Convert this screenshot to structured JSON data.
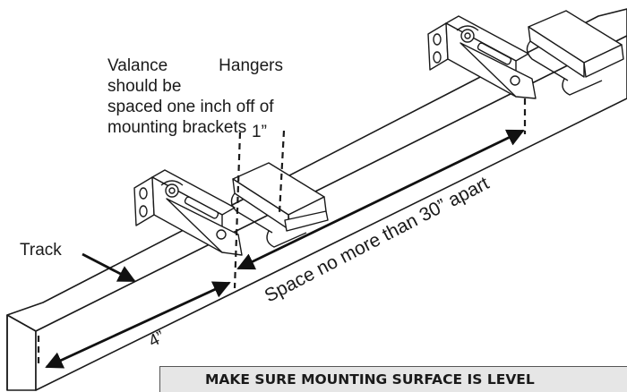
{
  "note": {
    "line1": "Valance Hangers should be",
    "line2": "spaced one inch off of",
    "line3": "mounting brackets"
  },
  "labels": {
    "one_inch": "1”",
    "track": "Track",
    "spacing": "Space no more than 30” apart",
    "four_inch": "4”"
  },
  "banner": "MAKE SURE MOUNTING SURFACE IS LEVEL"
}
